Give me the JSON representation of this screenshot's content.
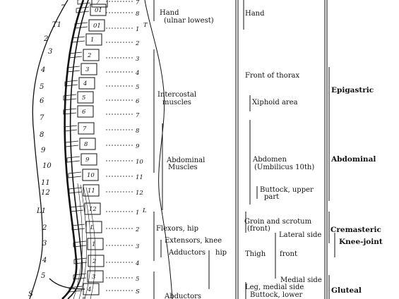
{
  "vertebrae": {
    "cervical_tail": [
      "7"
    ],
    "thoracic": [
      "T1",
      "2",
      "3",
      "4",
      "5",
      "6",
      "7",
      "8",
      "9",
      "10",
      "11",
      "12"
    ],
    "lumbar": [
      "L1",
      "2",
      "3",
      "4",
      "5"
    ],
    "sacral": [
      "S"
    ]
  },
  "body_numbers": [
    "7",
    "01",
    "01",
    "1",
    "2",
    "3",
    "4",
    "5",
    "6",
    "7",
    "8",
    "9",
    "10",
    "11",
    "12",
    "L",
    "1",
    "2",
    "3",
    "4",
    "5"
  ],
  "nerve_numbers": [
    "7",
    "8",
    "1",
    "2",
    "3",
    "4",
    "5",
    "6",
    "7",
    "8",
    "9",
    "10",
    "11",
    "12",
    "1",
    "2",
    "3",
    "4",
    "5",
    "S"
  ],
  "segment_markers": {
    "thoracic": "T",
    "lumbar": "L"
  },
  "muscles": [
    {
      "id": "hand",
      "lines": [
        "Hand",
        "(ulnar lowest)"
      ]
    },
    {
      "id": "intercostal",
      "lines": [
        "Intercostal",
        "muscles"
      ]
    },
    {
      "id": "abdominal",
      "lines": [
        "Abdominal",
        "Muscles"
      ]
    },
    {
      "id": "flexors",
      "lines": [
        "Flexors, hip"
      ]
    },
    {
      "id": "extensors",
      "lines": [
        "Extensors, knee"
      ]
    },
    {
      "id": "adductors",
      "lines": [
        "Adductors"
      ],
      "suffix": "hip"
    },
    {
      "id": "abductors",
      "lines": [
        "Abductors"
      ]
    }
  ],
  "sensory": [
    {
      "id": "hand",
      "lines": [
        "Hand"
      ]
    },
    {
      "id": "front-thorax",
      "lines": [
        "Front of thorax"
      ]
    },
    {
      "id": "xiphoid",
      "lines": [
        "Xiphoid area"
      ]
    },
    {
      "id": "abdomen",
      "lines": [
        "Abdomen",
        "(Umbilicus 10th)"
      ]
    },
    {
      "id": "buttock-upper",
      "lines": [
        "Buttock, upper",
        "part"
      ]
    },
    {
      "id": "groin",
      "lines": [
        "Groin and scrotum",
        "(front)"
      ]
    },
    {
      "id": "lateral-side",
      "lines": [
        "Lateral side"
      ]
    },
    {
      "id": "thigh",
      "lines": [
        "Thigh"
      ]
    },
    {
      "id": "front",
      "lines": [
        "front"
      ]
    },
    {
      "id": "medial-side",
      "lines": [
        "Medial side"
      ]
    },
    {
      "id": "leg-medial",
      "lines": [
        "Leg, medial side"
      ]
    },
    {
      "id": "buttock-lower",
      "lines": [
        "Buttock, lower"
      ]
    }
  ],
  "reflexes": [
    {
      "id": "epigastric",
      "label": "Epigastric"
    },
    {
      "id": "abdominal",
      "label": "Abdominal"
    },
    {
      "id": "cremasteric",
      "label": "Cremasteric"
    },
    {
      "id": "knee-joint",
      "label": "Knee-joint"
    },
    {
      "id": "gluteal",
      "label": "Gluteal"
    }
  ]
}
